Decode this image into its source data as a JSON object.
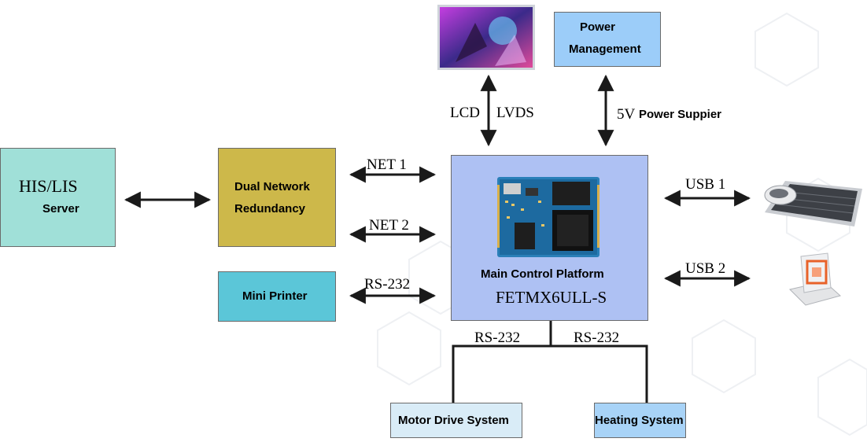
{
  "nodes": {
    "his": {
      "title": "HIS/LIS",
      "subtitle": "Server",
      "color": "#a0e0d8"
    },
    "dual": {
      "line1": "Dual Network",
      "line2": "Redundancy",
      "color": "#cdb84a"
    },
    "printer": {
      "label": "Mini Printer",
      "color": "#5bc6d8"
    },
    "main": {
      "title": "Main Control Platform",
      "model": "FETMX6ULL-S",
      "color": "#aec1f3"
    },
    "power": {
      "line1": "Power",
      "line2": "Management",
      "color": "#9ccdf9"
    },
    "motor": {
      "label": "Motor Drive System",
      "color": "#d9ecf7"
    },
    "heating": {
      "label": "Heating System",
      "color": "#a8d3f7"
    }
  },
  "links": {
    "net1": "NET 1",
    "net2": "NET 2",
    "rs232_printer": "RS-232",
    "usb1": "USB 1",
    "usb2": "USB 2",
    "lcd": "LCD",
    "lvds": "LVDS",
    "power_v": "5V",
    "power_label": "Power Suppier",
    "rs232_left": "RS-232",
    "rs232_right": "RS-232"
  },
  "colors": {
    "line": "#1a1a1a",
    "border": "#6b6b6b"
  }
}
